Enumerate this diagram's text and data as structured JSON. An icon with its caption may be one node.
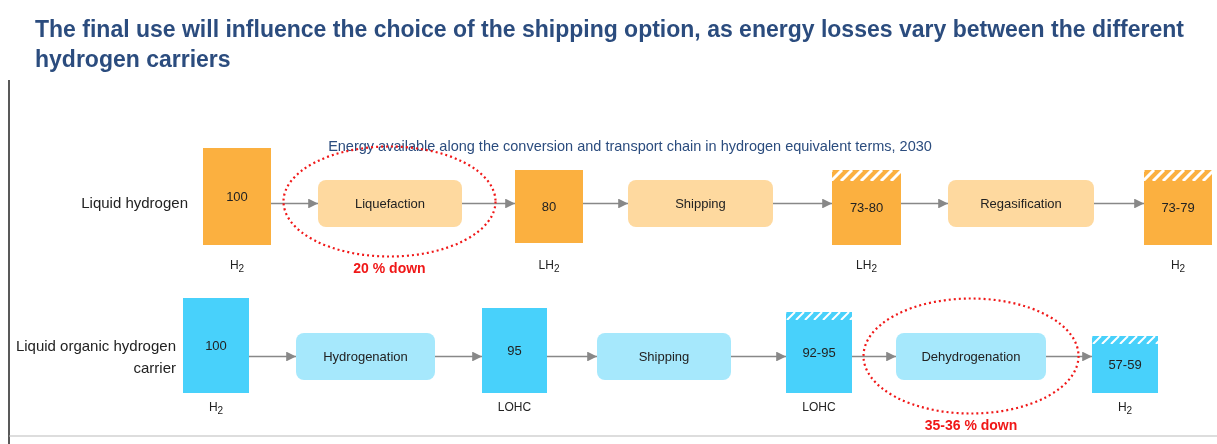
{
  "diagram": {
    "title": "The final use will influence the choice of the shipping option, as energy losses vary between the different hydrogen carriers",
    "nodes": [
      {
        "text": [
          "100"
        ],
        "beside": [
          "H$_{2}$"
        ]
      },
      {
        "text": [],
        "shape": "ellipse",
        "beside": [
          "20 % down"
        ]
      },
      {
        "text": [
          "Liquefaction"
        ],
        "in": 1
      },
      {
        "text": [
          "80"
        ],
        "beside": [
          "LH$_{2}$"
        ]
      },
      {
        "text": [
          "Shipping"
        ]
      },
      {
        "text": [
          "73-80"
        ],
        "beside": [
          "LH$_{2}$"
        ]
      },
      {
        "text": [
          "Regasification"
        ]
      },
      {
        "text": [
          "73-79"
        ],
        "beside": [
          "H$_{2}$"
        ]
      },
      {
        "text": [
          "100"
        ],
        "beside": [
          "H$_{2}$"
        ]
      },
      {
        "text": [
          "Hydrogenation"
        ]
      },
      {
        "text": [
          "95"
        ],
        "beside": [
          "LOHC"
        ]
      },
      {
        "text": [
          "Shipping"
        ]
      },
      {
        "text": [
          "92-95"
        ],
        "beside": [
          "LOHC"
        ]
      },
      {
        "text": [],
        "shape": "ellipse",
        "beside": [
          "35-36 % down"
        ]
      },
      {
        "text": [
          "Dehydrogenation"
        ],
        "in": 13
      },
      {
        "text": [
          "57-59"
        ],
        "beside": [
          "H$_{2}$"
        ]
      }
    ],
    "edges": [
      {
        "from": 0,
        "to": 2,
        "arrow": "to"
      },
      {
        "from": 2,
        "to": 3,
        "arrow": "to"
      },
      {
        "from": 3,
        "to": 4,
        "arrow": "to"
      },
      {
        "from": 4,
        "to": 5,
        "arrow": "to"
      },
      {
        "from": 5,
        "to": 6,
        "arrow": "to"
      },
      {
        "from": 6,
        "to": 7,
        "arrow": "to"
      },
      {
        "from": 8,
        "to": 9,
        "arrow": "to"
      },
      {
        "from": 9,
        "to": 10,
        "arrow": "to"
      },
      {
        "from": 10,
        "to": 11,
        "arrow": "to"
      },
      {
        "from": 11,
        "to": 12,
        "arrow": "to"
      },
      {
        "from": 12,
        "to": 14,
        "arrow": "to"
      },
      {
        "from": 14,
        "to": 15,
        "arrow": "to"
      }
    ],
    "labels": [
      "Energy available along the conversion and transport chain in hydrogen equivalent terms, 2030",
      "Liquid hydrogen",
      "Liquid organic hydrogen carrier"
    ]
  }
}
